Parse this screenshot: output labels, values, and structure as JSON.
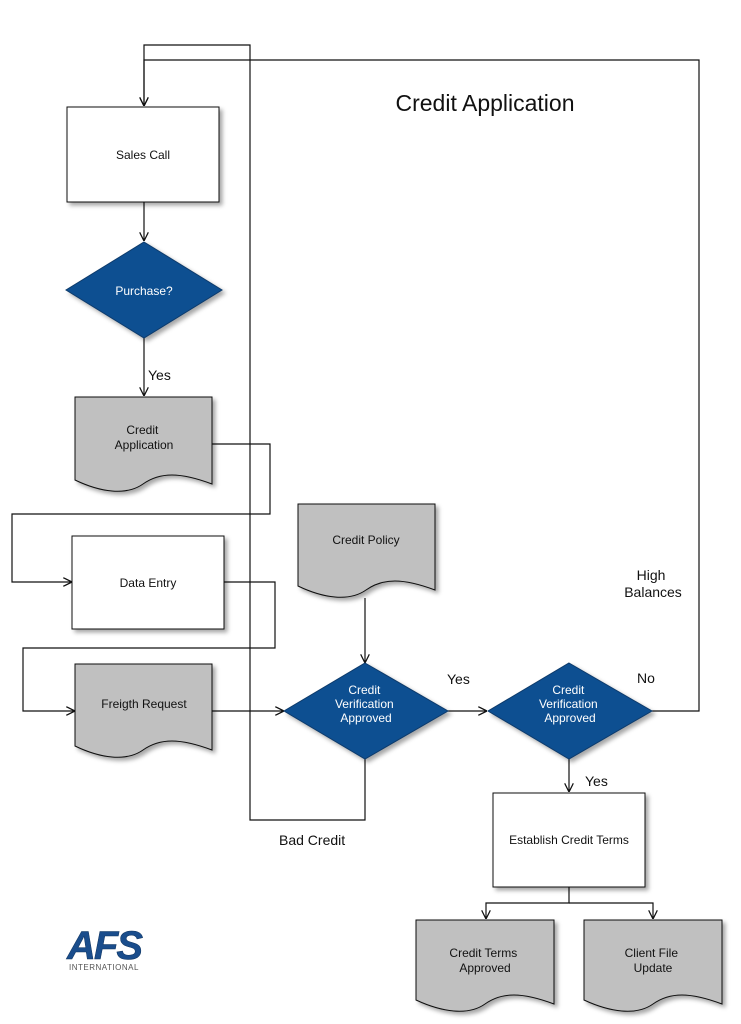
{
  "title": "Credit Application",
  "nodes": {
    "sales_call": "Sales Call",
    "purchase": "Purchase?",
    "credit_application": [
      "Credit",
      "Application"
    ],
    "data_entry": "Data Entry",
    "freight_request": "Freigth Request",
    "credit_policy": "Credit Policy",
    "verification_1": [
      "Credit",
      "Verification",
      "Approved"
    ],
    "verification_2": [
      "Credit",
      "Verification",
      "Approved"
    ],
    "establish_terms": "Establish Credit Terms",
    "terms_approved": [
      "Credit Terms",
      "Approved"
    ],
    "client_file": [
      "Client File",
      "Update"
    ]
  },
  "edge_labels": {
    "purchase_yes": "Yes",
    "verify1_yes": "Yes",
    "verify2_no": "No",
    "verify2_yes": "Yes",
    "bad_credit": "Bad Credit",
    "high_balances": [
      "High",
      "Balances"
    ]
  },
  "logo": {
    "mark": "AFS",
    "subtitle": "INTERNATIONAL"
  },
  "colors": {
    "decision_fill": "#0d4f91",
    "document_fill": "#c0c0c0",
    "process_fill": "#ffffff"
  }
}
